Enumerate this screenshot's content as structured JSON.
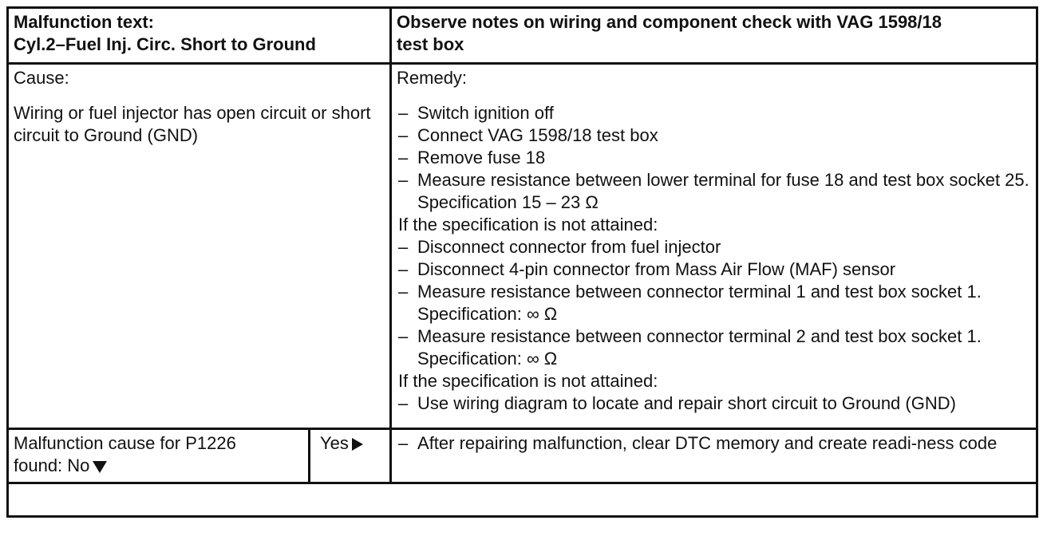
{
  "header": {
    "left_line1": "Malfunction text:",
    "left_line2": "Cyl.2–Fuel Inj. Circ. Short to Ground",
    "right_line1": "Observe notes on wiring and component check with VAG 1598/18",
    "right_line2": "test box"
  },
  "cause": {
    "label": "Cause:",
    "text": "Wiring or fuel injector has open circuit or short circuit to Ground (GND)"
  },
  "remedy": {
    "label": "Remedy:",
    "steps_a": [
      "Switch ignition off",
      "Connect VAG 1598/18 test box",
      "Remove fuse 18",
      "Measure resistance between lower terminal for fuse 18 and test box socket 25.  Specification 15 – 23 Ω"
    ],
    "note_1": "If the specification is not attained:",
    "steps_b": [
      "Disconnect connector from fuel injector",
      "Disconnect 4-pin connector from Mass Air Flow (MAF) sensor",
      "Measure resistance between connector terminal 1 and test box socket 1.  Specification: ∞ Ω",
      "Measure resistance between connector terminal 2 and test box socket 1.  Specification: ∞ Ω"
    ],
    "note_2": "If the specification is not attained:",
    "steps_c": [
      "Use wiring diagram to locate and repair short circuit to Ground (GND)"
    ]
  },
  "found": {
    "text_line1": "Malfunction cause for P1226",
    "text_line2": "found: No",
    "yes_label": "Yes",
    "action": "After repairing malfunction, clear DTC memory and create readi-ness code"
  },
  "dash": "–"
}
